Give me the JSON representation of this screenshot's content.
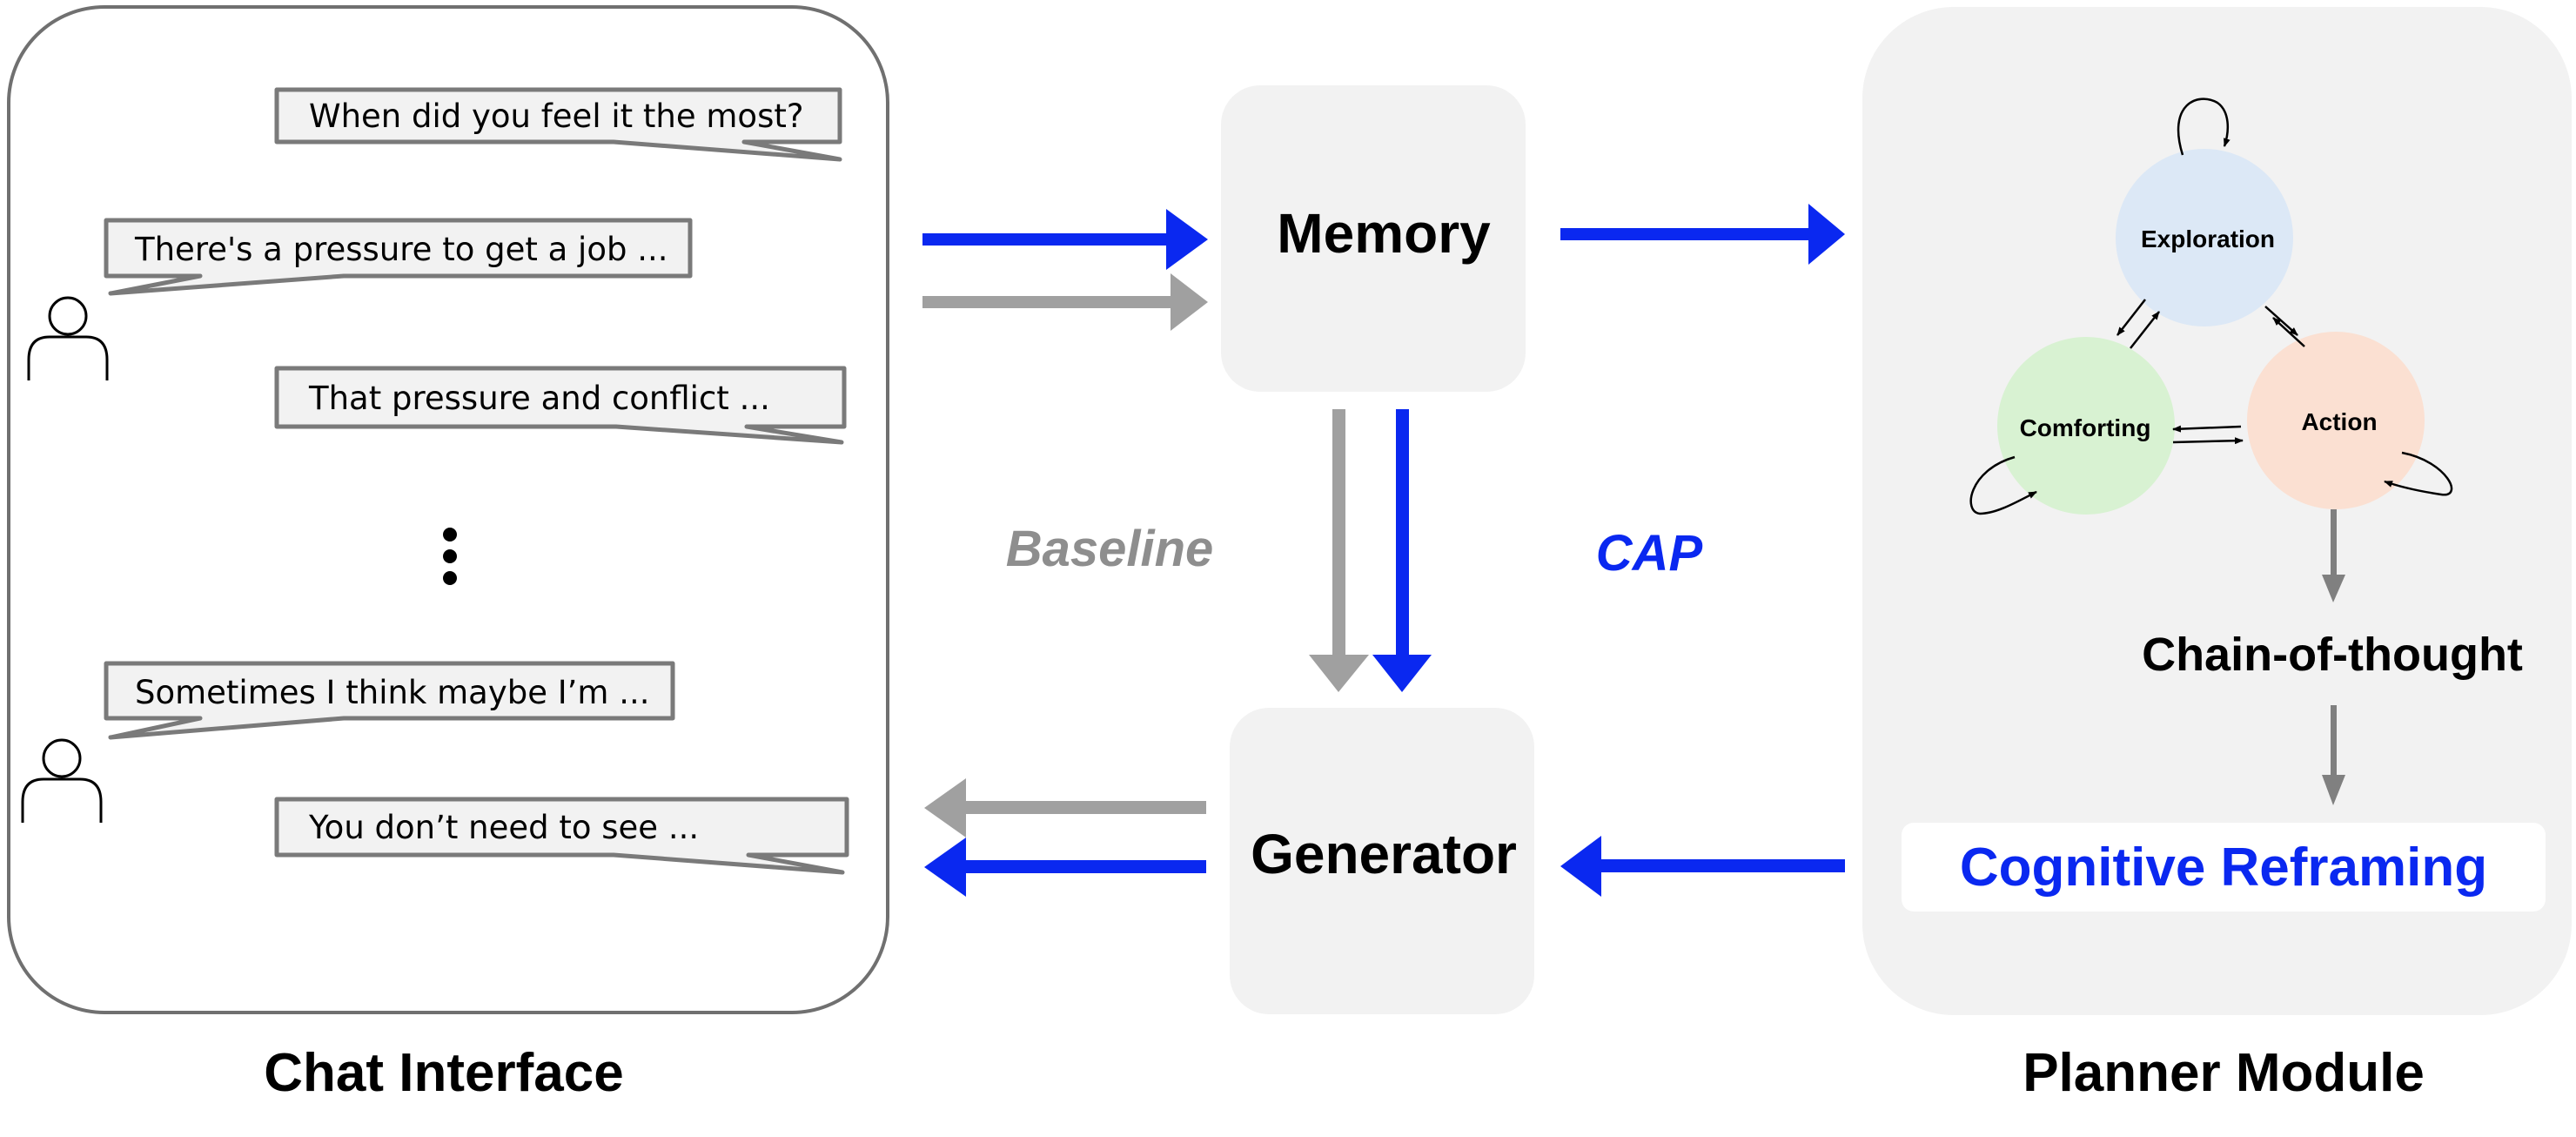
{
  "chat_interface": {
    "title": "Chat Interface",
    "messages": [
      {
        "text": "When did you feel it the most?",
        "speaker": "assistant"
      },
      {
        "text": "There's a pressure to get a job ...",
        "speaker": "user"
      },
      {
        "text": "That pressure and conflict ...",
        "speaker": "assistant"
      },
      {
        "text": "Sometimes I think maybe I’m ...",
        "speaker": "user"
      },
      {
        "text": "You don’t need to see ...",
        "speaker": "assistant"
      }
    ]
  },
  "memory": {
    "label": "Memory"
  },
  "generator": {
    "label": "Generator"
  },
  "labels": {
    "baseline": "Baseline",
    "cap": "CAP"
  },
  "planner": {
    "title": "Planner Module",
    "states": {
      "exploration": "Exploration",
      "comforting": "Comforting",
      "action": "Action"
    },
    "chain_of_thought": "Chain-of-thought",
    "cognitive_reframing": "Cognitive Reframing"
  },
  "colors": {
    "cap_blue": "#0a28f0",
    "baseline_gray": "#a0a0a0",
    "box_fill": "#f2f2f2",
    "exploration": "#dce8f6",
    "comforting": "#d8f2d2",
    "action": "#fbe0d2"
  }
}
